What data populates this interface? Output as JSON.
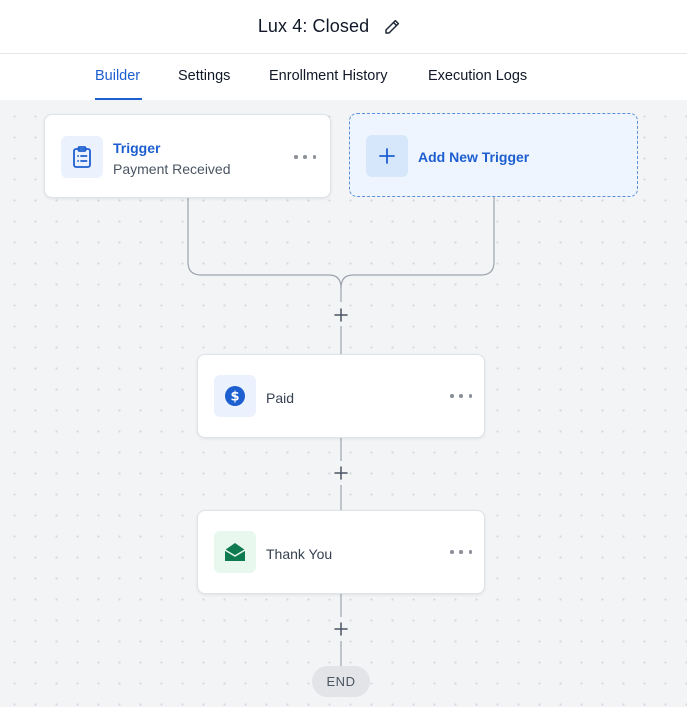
{
  "header": {
    "title": "Lux 4: Closed"
  },
  "tabs": [
    {
      "label": "Builder",
      "active": true
    },
    {
      "label": "Settings",
      "active": false
    },
    {
      "label": "Enrollment History",
      "active": false
    },
    {
      "label": "Execution Logs",
      "active": false
    }
  ],
  "trigger": {
    "title": "Trigger",
    "subtitle": "Payment Received",
    "icon": "clipboard-icon"
  },
  "add_trigger": {
    "label": "Add New Trigger",
    "icon": "plus-icon"
  },
  "steps": [
    {
      "label": "Paid",
      "icon": "dollar-circle-icon"
    },
    {
      "label": "Thank You",
      "icon": "envelope-open-icon"
    }
  ],
  "end": {
    "label": "END"
  },
  "colors": {
    "accent": "#1d5fd0",
    "canvas": "#f3f4f6",
    "dollar_icon": "#1d5fd0",
    "email_icon": "#0f7a4f"
  }
}
